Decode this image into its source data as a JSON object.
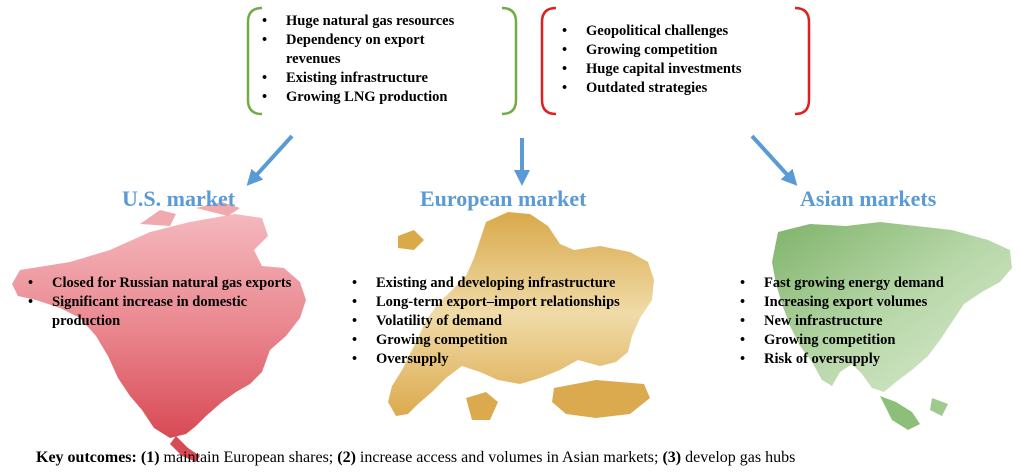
{
  "strengths": {
    "items": [
      "Huge natural gas resources",
      "Dependency on export revenues",
      "Existing infrastructure",
      "Growing LNG production"
    ]
  },
  "challenges": {
    "items": [
      "Geopolitical challenges",
      "Growing competition",
      "Huge capital investments",
      "Outdated strategies"
    ]
  },
  "markets": {
    "us": {
      "title": "U.S. market",
      "items": [
        "Closed for Russian natural gas exports",
        "Significant increase in domestic production"
      ]
    },
    "europe": {
      "title": "European market",
      "items": [
        "Existing and developing infrastructure",
        "Long-term export–import relationships",
        "Volatility of demand",
        "Growing competition",
        "Oversupply"
      ]
    },
    "asia": {
      "title": "Asian markets",
      "items": [
        "Fast growing energy demand",
        "Increasing export volumes",
        "New infrastructure",
        "Growing competition",
        "Risk of oversupply"
      ]
    }
  },
  "footer": {
    "label": "Key outcomes:",
    "n1": "(1)",
    "t1": " maintain European shares; ",
    "n2": "(2)",
    "t2": " increase access and volumes in Asian markets; ",
    "n3": "(3)",
    "t3": " develop gas hubs"
  },
  "colors": {
    "green_bracket": "#70ad47",
    "red_bracket": "#e02020",
    "arrow": "#5b9bd5",
    "title": "#5b9bd5",
    "us_map": "#e0606a",
    "europe_map": "#e2bc6a",
    "asia_map": "#8dbf7a"
  }
}
